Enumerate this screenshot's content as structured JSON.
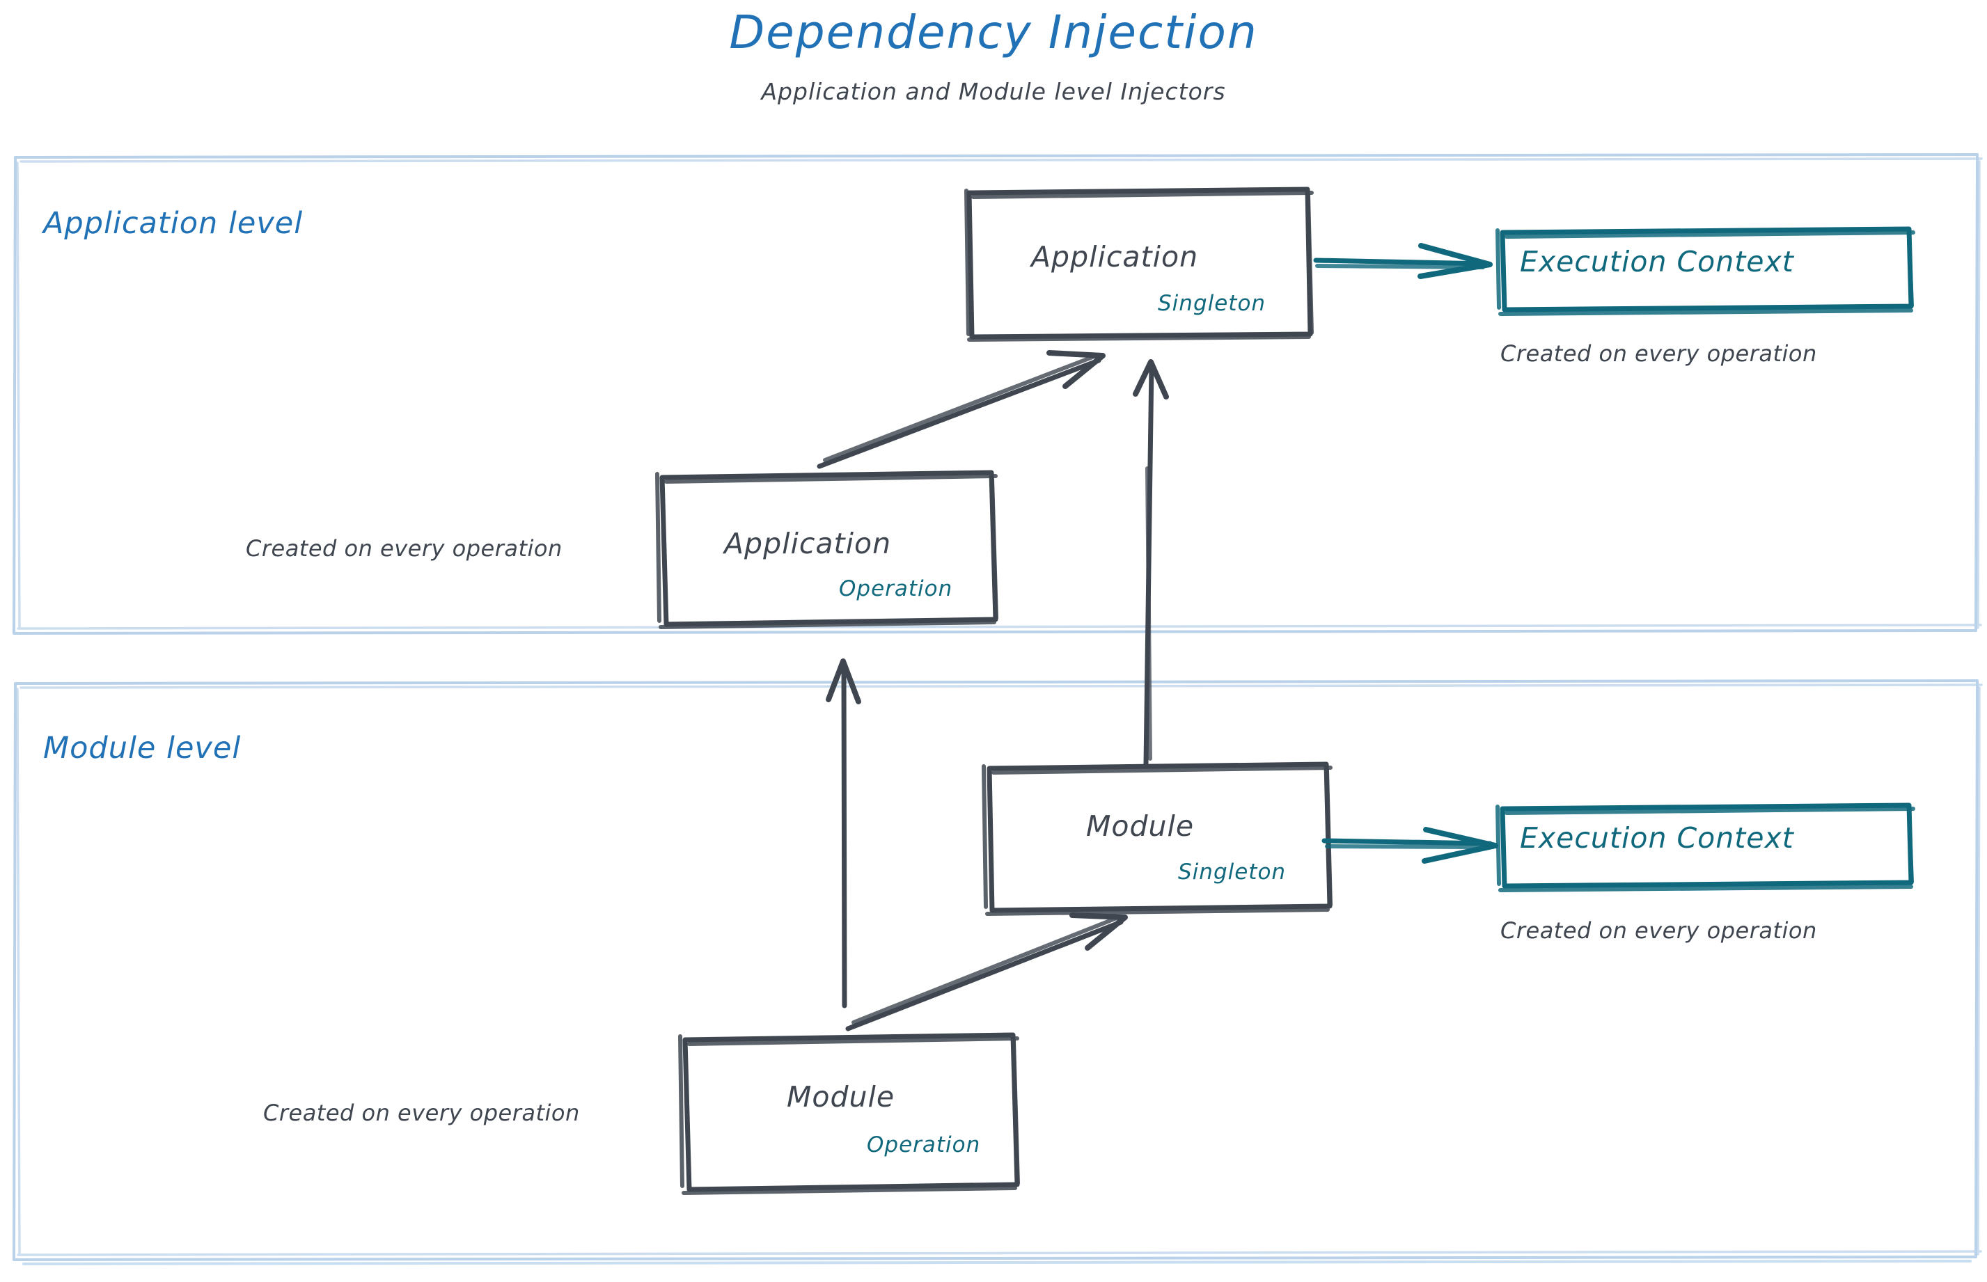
{
  "header": {
    "title": "Dependency Injection",
    "subtitle": "Application and Module level Injectors"
  },
  "colors": {
    "blue": "#2071b5",
    "lane_border": "#b9d2ea",
    "teal": "#10687c",
    "dark": "#3f4650",
    "background": "#ffffff"
  },
  "lanes": [
    {
      "id": "application-level",
      "title": "Application level"
    },
    {
      "id": "module-level",
      "title": "Module level"
    }
  ],
  "nodes": {
    "app_singleton": {
      "label": "Application",
      "scope": "Singleton"
    },
    "app_operation": {
      "label": "Application",
      "scope": "Operation"
    },
    "mod_singleton": {
      "label": "Module",
      "scope": "Singleton"
    },
    "mod_operation": {
      "label": "Module",
      "scope": "Operation"
    },
    "exec_context_app": {
      "label": "Execution Context"
    },
    "exec_context_mod": {
      "label": "Execution Context"
    }
  },
  "captions": {
    "exec_context_app": "Created on every operation",
    "exec_context_mod": "Created on every operation",
    "app_operation": "Created on every operation",
    "mod_operation": "Created on every operation"
  },
  "edges": [
    {
      "id": "app-singleton-to-exec-context",
      "from": "app_singleton",
      "to": "exec_context_app",
      "color": "#10687c",
      "direction": "right"
    },
    {
      "id": "app-operation-to-app-singleton",
      "from": "app_operation",
      "to": "app_singleton",
      "color": "#3f4650",
      "direction": "up-right"
    },
    {
      "id": "mod-singleton-to-app-singleton",
      "from": "mod_singleton",
      "to": "app_singleton",
      "color": "#3f4650",
      "direction": "up"
    },
    {
      "id": "mod-operation-to-app-operation",
      "from": "mod_operation",
      "to": "app_operation",
      "color": "#3f4650",
      "direction": "up"
    },
    {
      "id": "mod-operation-to-mod-singleton",
      "from": "mod_operation",
      "to": "mod_singleton",
      "color": "#3f4650",
      "direction": "up-right"
    },
    {
      "id": "mod-singleton-to-exec-context",
      "from": "mod_singleton",
      "to": "exec_context_mod",
      "color": "#10687c",
      "direction": "right"
    }
  ]
}
